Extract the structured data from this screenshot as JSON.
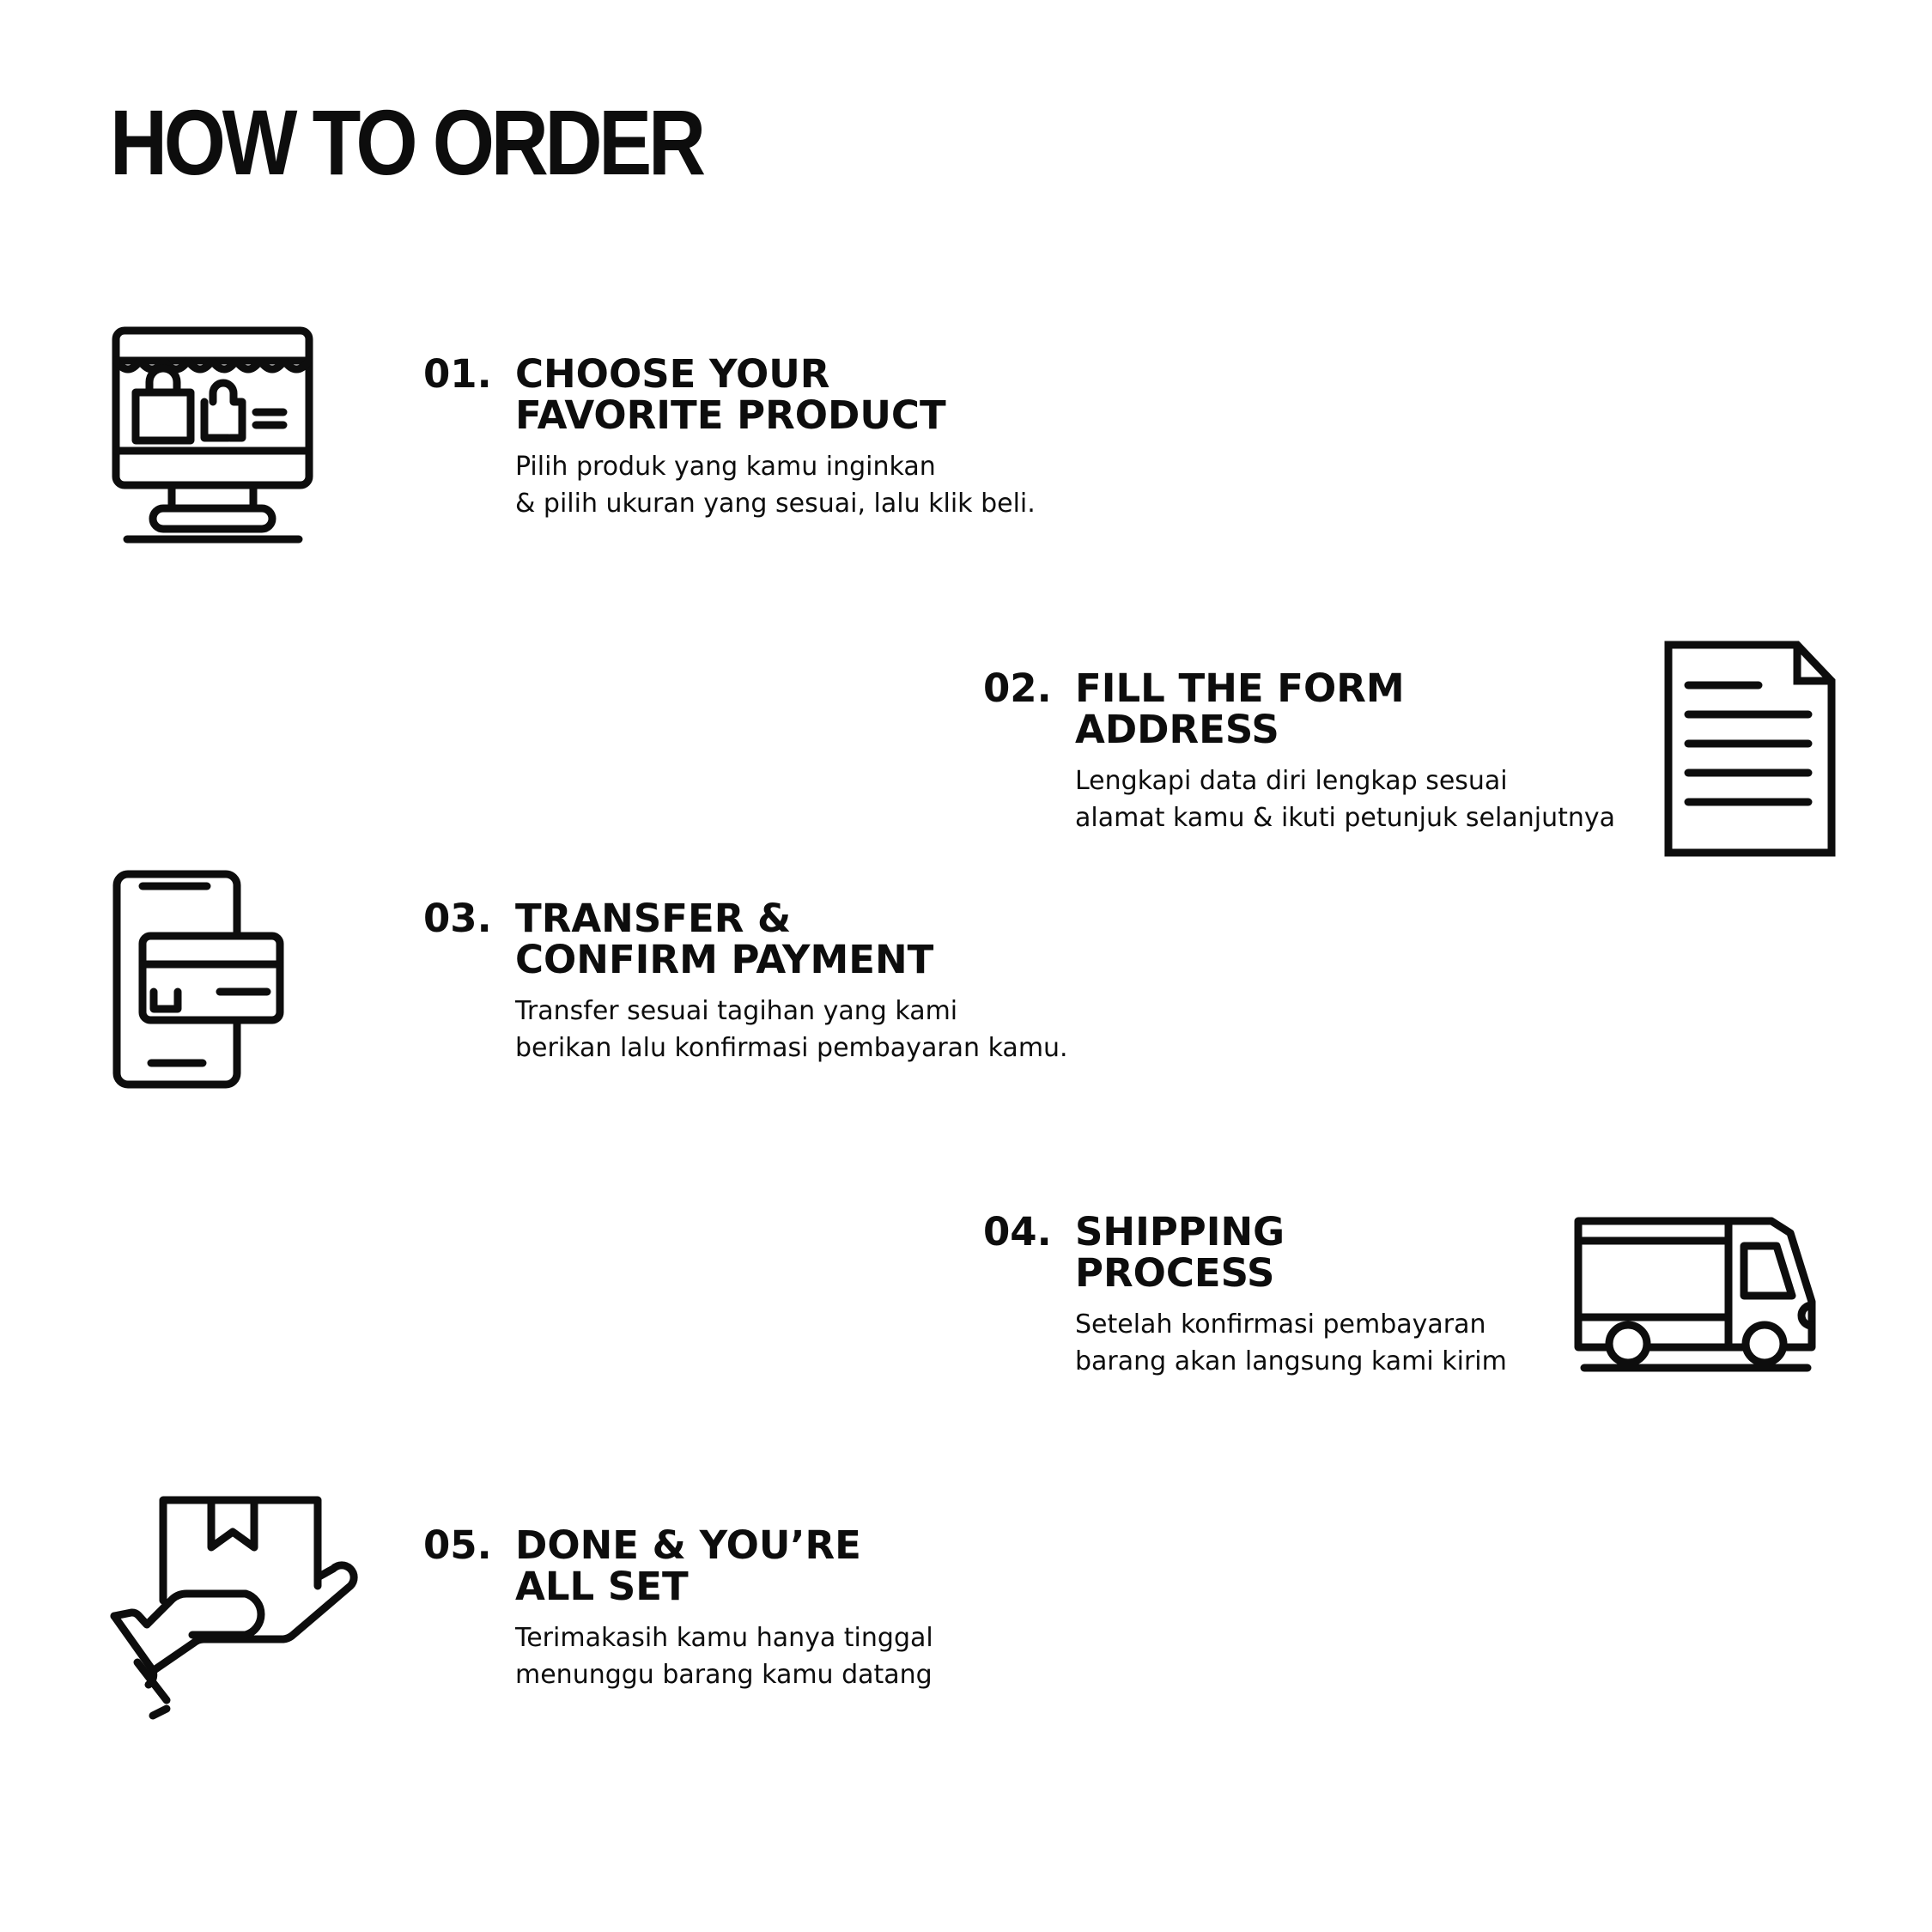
{
  "page": {
    "title": "HOW TO ORDER"
  },
  "steps": [
    {
      "number": "01.",
      "title": [
        "CHOOSE YOUR",
        "FAVORITE PRODUCT"
      ],
      "description": [
        "Pilih produk yang kamu inginkan",
        "& pilih ukuran yang sesuai, lalu klik beli."
      ],
      "icon": "online-shop-icon"
    },
    {
      "number": "02.",
      "title": [
        "FILL THE FORM",
        "ADDRESS"
      ],
      "description": [
        "Lengkapi data diri lengkap sesuai",
        "alamat kamu & ikuti petunjuk selanjutnya"
      ],
      "icon": "document-icon"
    },
    {
      "number": "03.",
      "title": [
        "TRANSFER &",
        "CONFIRM PAYMENT"
      ],
      "description": [
        "Transfer sesuai tagihan yang kami",
        "berikan lalu konfirmasi pembayaran kamu."
      ],
      "icon": "mobile-payment-icon"
    },
    {
      "number": "04.",
      "title": [
        "SHIPPING",
        "PROCESS"
      ],
      "description": [
        "Setelah konfirmasi pembayaran",
        "barang akan langsung kami kirim"
      ],
      "icon": "delivery-truck-icon"
    },
    {
      "number": "05.",
      "title": [
        "DONE & YOU’RE",
        "ALL SET"
      ],
      "description": [
        "Terimakasih kamu hanya tinggal",
        "menunggu barang kamu datang"
      ],
      "icon": "package-in-hand-icon"
    }
  ]
}
